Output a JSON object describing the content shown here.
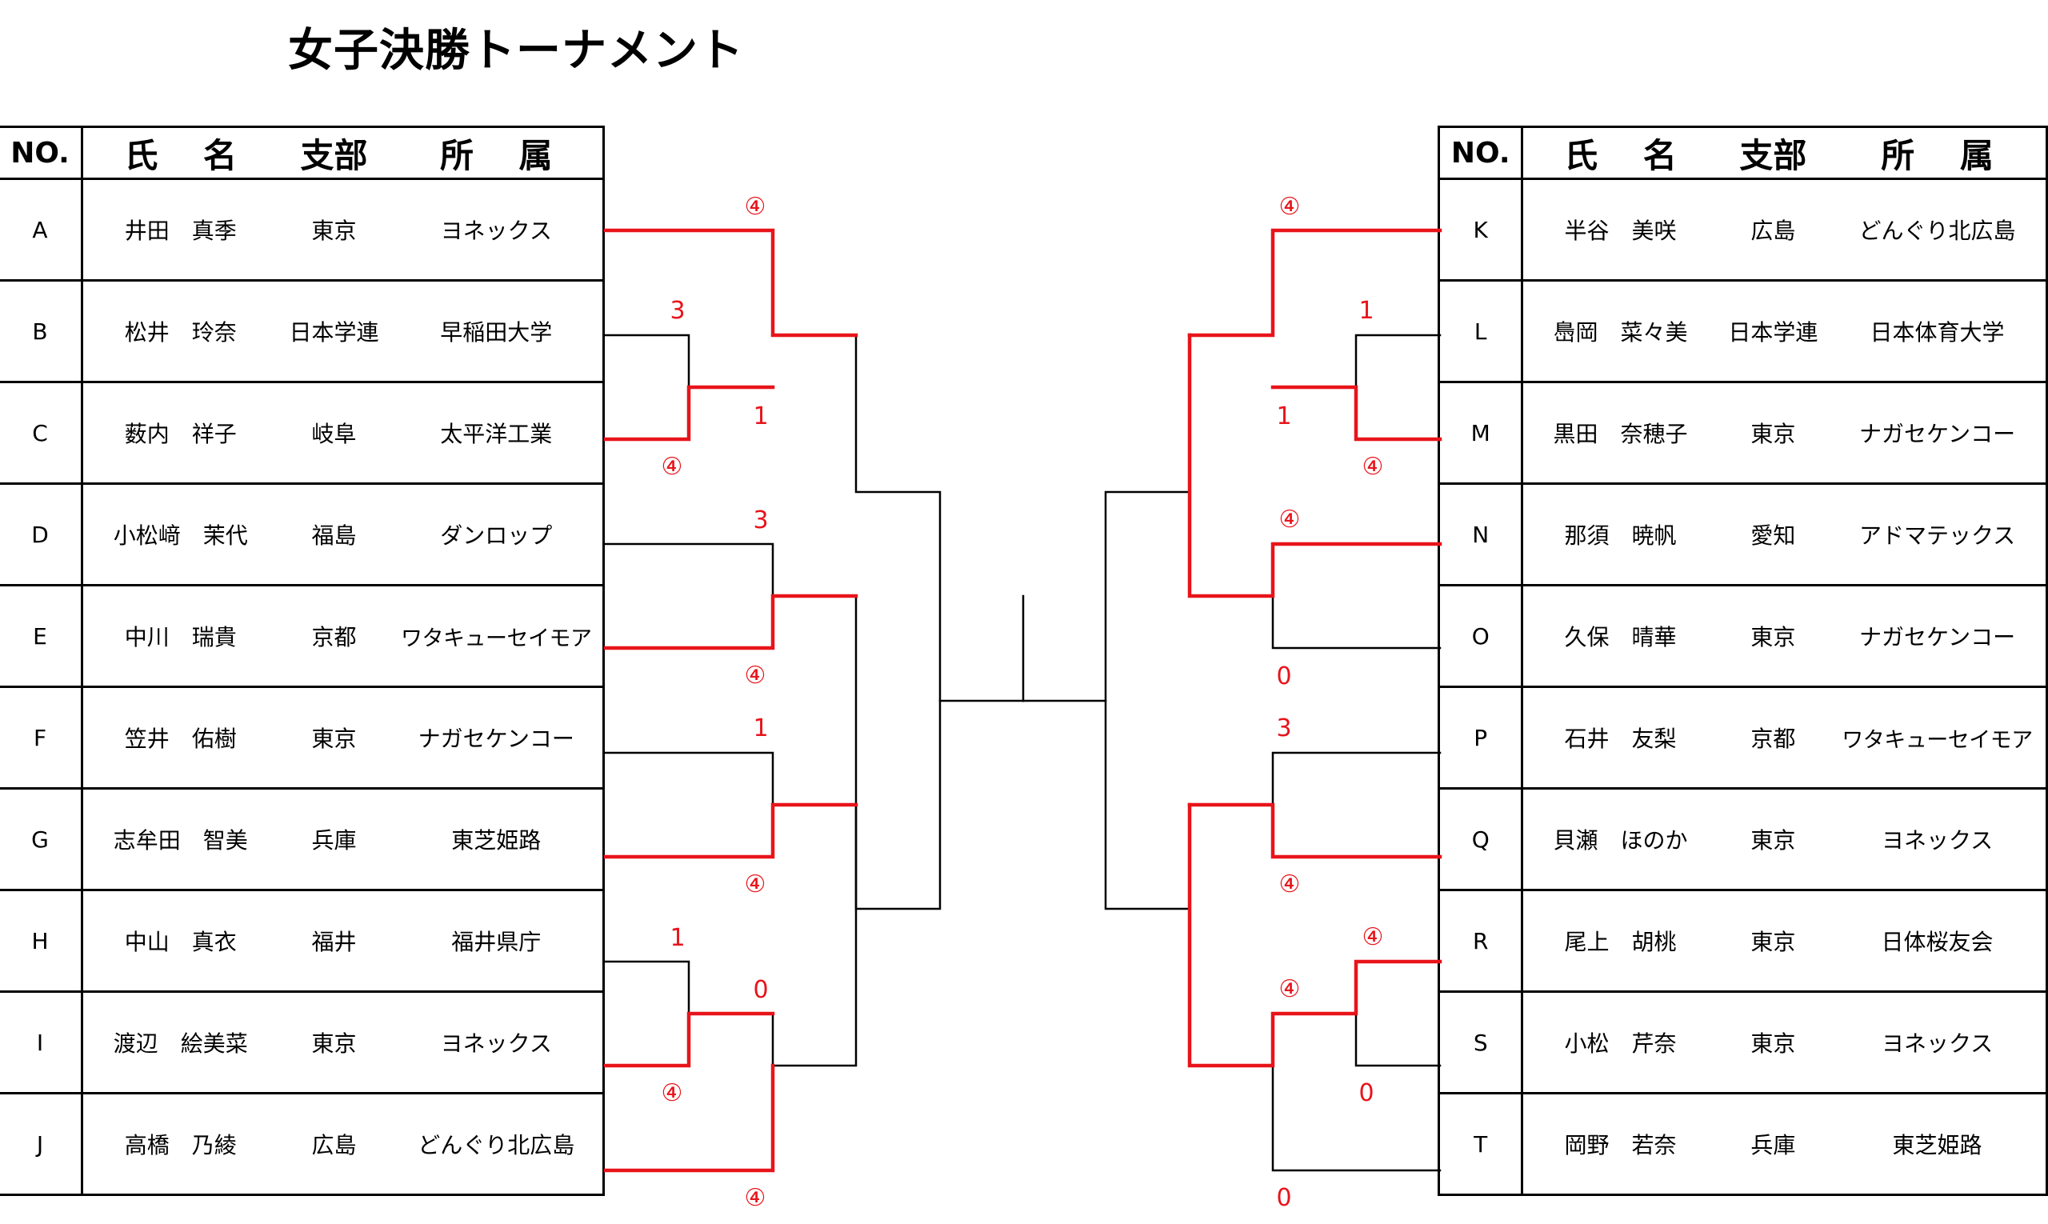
{
  "title": "女子決勝トーナメント",
  "headers": {
    "no": "NO.",
    "name": "氏　 名",
    "branch": "支部",
    "affiliation": "所　 属"
  },
  "left_players": [
    {
      "no": "A",
      "name": "井田　真季",
      "branch": "東京",
      "affiliation": "ヨネックス"
    },
    {
      "no": "B",
      "name": "松井　玲奈",
      "branch": "日本学連",
      "affiliation": "早稲田大学"
    },
    {
      "no": "C",
      "name": "薮内　祥子",
      "branch": "岐阜",
      "affiliation": "太平洋工業"
    },
    {
      "no": "D",
      "name": "小松﨑　茉代",
      "branch": "福島",
      "affiliation": "ダンロップ"
    },
    {
      "no": "E",
      "name": "中川　瑞貴",
      "branch": "京都",
      "affiliation": "ワタキューセイモア"
    },
    {
      "no": "F",
      "name": "笠井　佑樹",
      "branch": "東京",
      "affiliation": "ナガセケンコー"
    },
    {
      "no": "G",
      "name": "志牟田　智美",
      "branch": "兵庫",
      "affiliation": "東芝姫路"
    },
    {
      "no": "H",
      "name": "中山　真衣",
      "branch": "福井",
      "affiliation": "福井県庁"
    },
    {
      "no": "I",
      "name": "渡辺　絵美菜",
      "branch": "東京",
      "affiliation": "ヨネックス"
    },
    {
      "no": "J",
      "name": "高橋　乃綾",
      "branch": "広島",
      "affiliation": "どんぐり北広島"
    }
  ],
  "right_players": [
    {
      "no": "K",
      "name": "半谷　美咲",
      "branch": "広島",
      "affiliation": "どんぐり北広島"
    },
    {
      "no": "L",
      "name": "㠀岡　菜々美",
      "branch": "日本学連",
      "affiliation": "日本体育大学"
    },
    {
      "no": "M",
      "name": "黒田　奈穂子",
      "branch": "東京",
      "affiliation": "ナガセケンコー"
    },
    {
      "no": "N",
      "name": "那須　暁帆",
      "branch": "愛知",
      "affiliation": "アドマテックス"
    },
    {
      "no": "O",
      "name": "久保　晴華",
      "branch": "東京",
      "affiliation": "ナガセケンコー"
    },
    {
      "no": "P",
      "name": "石井　友梨",
      "branch": "京都",
      "affiliation": "ワタキューセイモア"
    },
    {
      "no": "Q",
      "name": "貝瀬　ほのか",
      "branch": "東京",
      "affiliation": "ヨネックス"
    },
    {
      "no": "R",
      "name": "尾上　胡桃",
      "branch": "東京",
      "affiliation": "日体桜友会"
    },
    {
      "no": "S",
      "name": "小松　芹奈",
      "branch": "東京",
      "affiliation": "ヨネックス"
    },
    {
      "no": "T",
      "name": "岡野　若奈",
      "branch": "兵庫",
      "affiliation": "東芝姫路"
    }
  ],
  "scores": {
    "left": [
      "④",
      "3",
      "1",
      "④",
      "3",
      "④",
      "1",
      "④",
      "1",
      "0",
      "④",
      "④"
    ],
    "right": [
      "④",
      "1",
      "1",
      "④",
      "④",
      "0",
      "3",
      "④",
      "④",
      "④",
      "0",
      "0"
    ]
  },
  "colors": {
    "winner_line": "#e8141b",
    "loser_line": "#000000",
    "score_text": "#e8141b"
  }
}
